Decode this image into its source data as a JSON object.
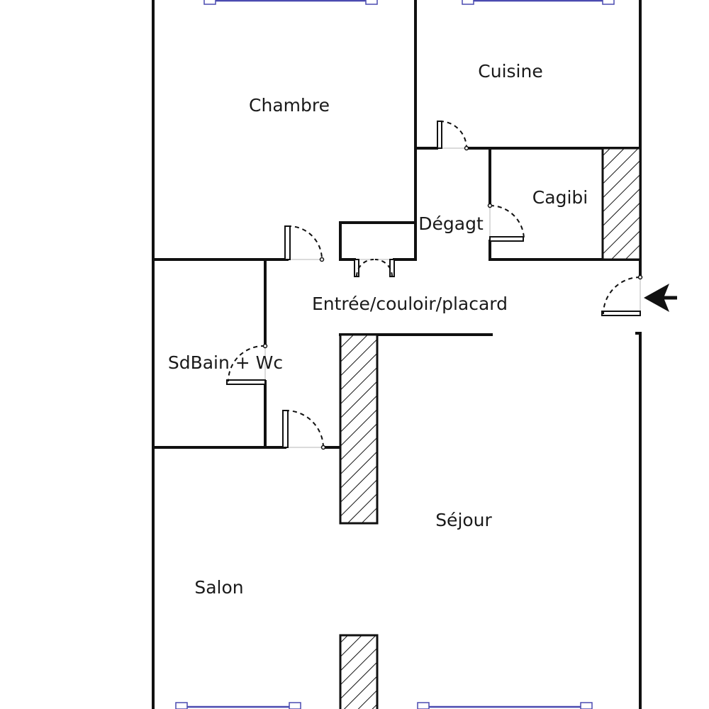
{
  "plan": {
    "rooms": [
      {
        "id": "chambre",
        "label": "Chambre"
      },
      {
        "id": "cuisine",
        "label": "Cuisine"
      },
      {
        "id": "cagibi",
        "label": "Cagibi"
      },
      {
        "id": "degagement",
        "label": "Dégagt"
      },
      {
        "id": "entree",
        "label": "Entrée/couloir/placard"
      },
      {
        "id": "salle-de-bain",
        "label": "SdBain + Wc"
      },
      {
        "id": "sejour",
        "label": "Séjour"
      },
      {
        "id": "salon",
        "label": "Salon"
      }
    ],
    "colors": {
      "wall": "#111111",
      "window": "#4a4ab0",
      "hatch": "#111111",
      "background": "#ffffff"
    },
    "icons": {
      "entrance": "entrance-arrow-icon"
    }
  }
}
